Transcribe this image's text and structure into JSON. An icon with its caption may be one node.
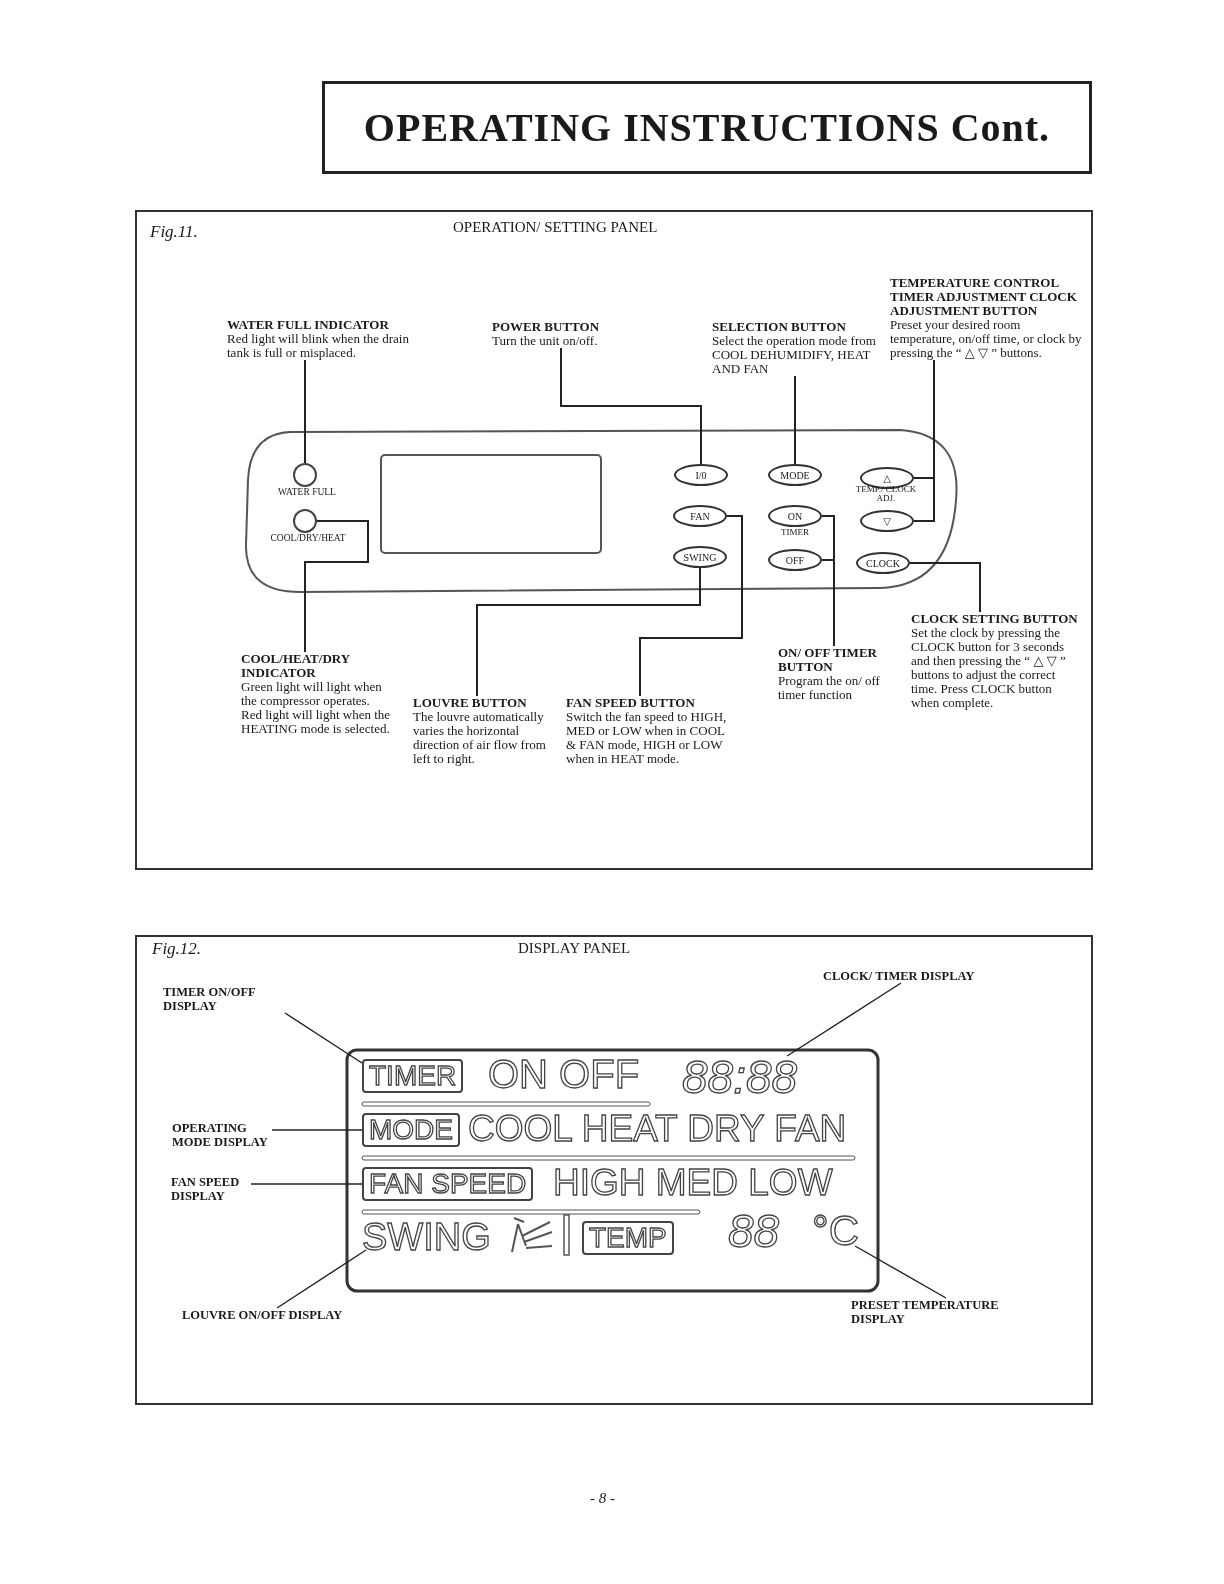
{
  "diagram": {
    "title": "OPERATING INSTRUCTIONS Cont.",
    "nodes": [
      {
        "text": [
          "WATER FULL INDICATOR",
          "Red light will blink when the drain tank is full or misplaced."
        ]
      },
      {
        "text": [
          "POWER BUTTON",
          "Turn the unit on/off."
        ]
      },
      {
        "text": [
          "SELECTION BUTTON",
          "Select the operation mode from COOL DEHUMIDIFY, HEAT AND FAN"
        ]
      },
      {
        "text": [
          "TEMPERATURE CONTROL TIMER ADJUSTMENT CLOCK ADJUSTMENT BUTTON",
          "Preset your desired room temperature, on/off time, or clock by pressing the “ △ ▽ ” buttons."
        ]
      },
      {
        "text": [],
        "shape": "circle",
        "beside": [
          "WATER FULL"
        ]
      },
      {
        "text": [],
        "shape": "circle",
        "beside": [
          "COOL/DRY/HEAT"
        ]
      },
      {
        "text": [
          "I/0"
        ]
      },
      {
        "text": [
          "MODE"
        ]
      },
      {
        "text": [
          "△"
        ]
      },
      {
        "text": [
          "FAN"
        ]
      },
      {
        "text": [
          "ON"
        ]
      },
      {
        "text": [
          "▽"
        ]
      },
      {
        "text": [
          "SWING"
        ]
      },
      {
        "text": [
          "OFF"
        ]
      },
      {
        "text": [
          "CLOCK"
        ]
      },
      {
        "text": [
          "COOL/HEAT/DRY INDICATOR",
          "Green light will light when the compressor operates. Red light will light when the HEATING mode is selected."
        ]
      },
      {
        "text": [
          "LOUVRE BUTTON",
          "The louvre automatically varies the horizontal direction of air flow from left to right."
        ]
      },
      {
        "text": [
          "FAN SPEED BUTTON",
          "Switch the fan speed to HIGH, MED or LOW when in COOL & FAN mode, HIGH or LOW when in HEAT mode."
        ]
      },
      {
        "text": [
          "ON/ OFF TIMER BUTTON",
          "Program the on/ off timer function"
        ]
      },
      {
        "text": [
          "CLOCK SETTING BUTTON",
          "Set the clock by pressing the CLOCK button for 3 seconds and then pressing the “ △ ▽ ” buttons to adjust the correct time. Press CLOCK button when complete."
        ]
      },
      {
        "text": [
          "TIMER ON/OFF DISPLAY"
        ]
      },
      {
        "text": [
          "CLOCK/ TIMER DISPLAY"
        ]
      },
      {
        "text": [
          "OPERATING MODE DISPLAY"
        ]
      },
      {
        "text": [
          "FAN SPEED DISPLAY"
        ]
      },
      {
        "text": [
          "LOUVRE ON/OFF DISPLAY"
        ]
      },
      {
        "text": [
          "PRESET TEMPERATURE DISPLAY"
        ]
      },
      {
        "text": [
          "TIMER"
        ]
      },
      {
        "text": [
          "88:88"
        ]
      },
      {
        "text": [
          "MODE"
        ]
      },
      {
        "text": [
          "FAN SPEED"
        ]
      },
      {
        "text": [
          "SWING"
        ]
      },
      {
        "text": [
          "°C"
        ]
      },
      {
        "text": [
          "TEMP"
        ]
      }
    ],
    "edges": [
      {
        "from": 0,
        "to": 4,
        "arrow": "none"
      },
      {
        "from": 1,
        "to": 6,
        "arrow": "none"
      },
      {
        "from": 2,
        "to": 7,
        "arrow": "none"
      },
      {
        "from": 3,
        "to": 8,
        "arrow": "none"
      },
      {
        "from": 3,
        "to": 11,
        "arrow": "none"
      },
      {
        "from": 15,
        "to": 5,
        "arrow": "none"
      },
      {
        "from": 16,
        "to": 12,
        "arrow": "none"
      },
      {
        "from": 17,
        "to": 9,
        "arrow": "none"
      },
      {
        "from": 18,
        "to": 10,
        "arrow": "none"
      },
      {
        "from": 18,
        "to": 13,
        "arrow": "none"
      },
      {
        "from": 19,
        "to": 14,
        "arrow": "none"
      },
      {
        "from": 20,
        "to": 26,
        "arrow": "none"
      },
      {
        "from": 21,
        "to": 27,
        "arrow": "none"
      },
      {
        "from": 22,
        "to": 28,
        "arrow": "none"
      },
      {
        "from": 23,
        "to": 29,
        "arrow": "none"
      },
      {
        "from": 24,
        "to": 30,
        "arrow": "none"
      },
      {
        "from": 25,
        "to": 31,
        "arrow": "none"
      }
    ],
    "labels": [
      "Fig.11.",
      "OPERATION/ SETTING PANEL",
      "TEMP./ CLOCK ADJ.",
      "TIMER",
      "Fig.12.",
      "DISPLAY PANEL",
      "ON OFF",
      "COOL HEAT DRY FAN",
      "HIGH MED LOW",
      "88",
      "- 8 -"
    ]
  }
}
